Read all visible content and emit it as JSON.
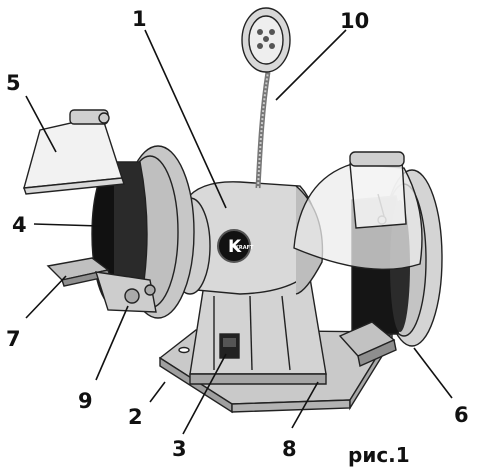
{
  "figure": {
    "caption": "рис.1",
    "brand_badge": "K",
    "brand_badge_small": "KRAFT",
    "colors": {
      "body": "#d6d6d6",
      "body_dark": "#a9a9a9",
      "wheel": "#111111",
      "guard": "#ececec",
      "ink": "#111111"
    }
  },
  "callouts": [
    {
      "id": "1",
      "label": "1"
    },
    {
      "id": "2",
      "label": "2"
    },
    {
      "id": "3",
      "label": "3"
    },
    {
      "id": "4",
      "label": "4"
    },
    {
      "id": "5",
      "label": "5"
    },
    {
      "id": "6",
      "label": "6"
    },
    {
      "id": "7",
      "label": "7"
    },
    {
      "id": "8",
      "label": "8"
    },
    {
      "id": "9",
      "label": "9"
    },
    {
      "id": "10",
      "label": "10"
    }
  ]
}
